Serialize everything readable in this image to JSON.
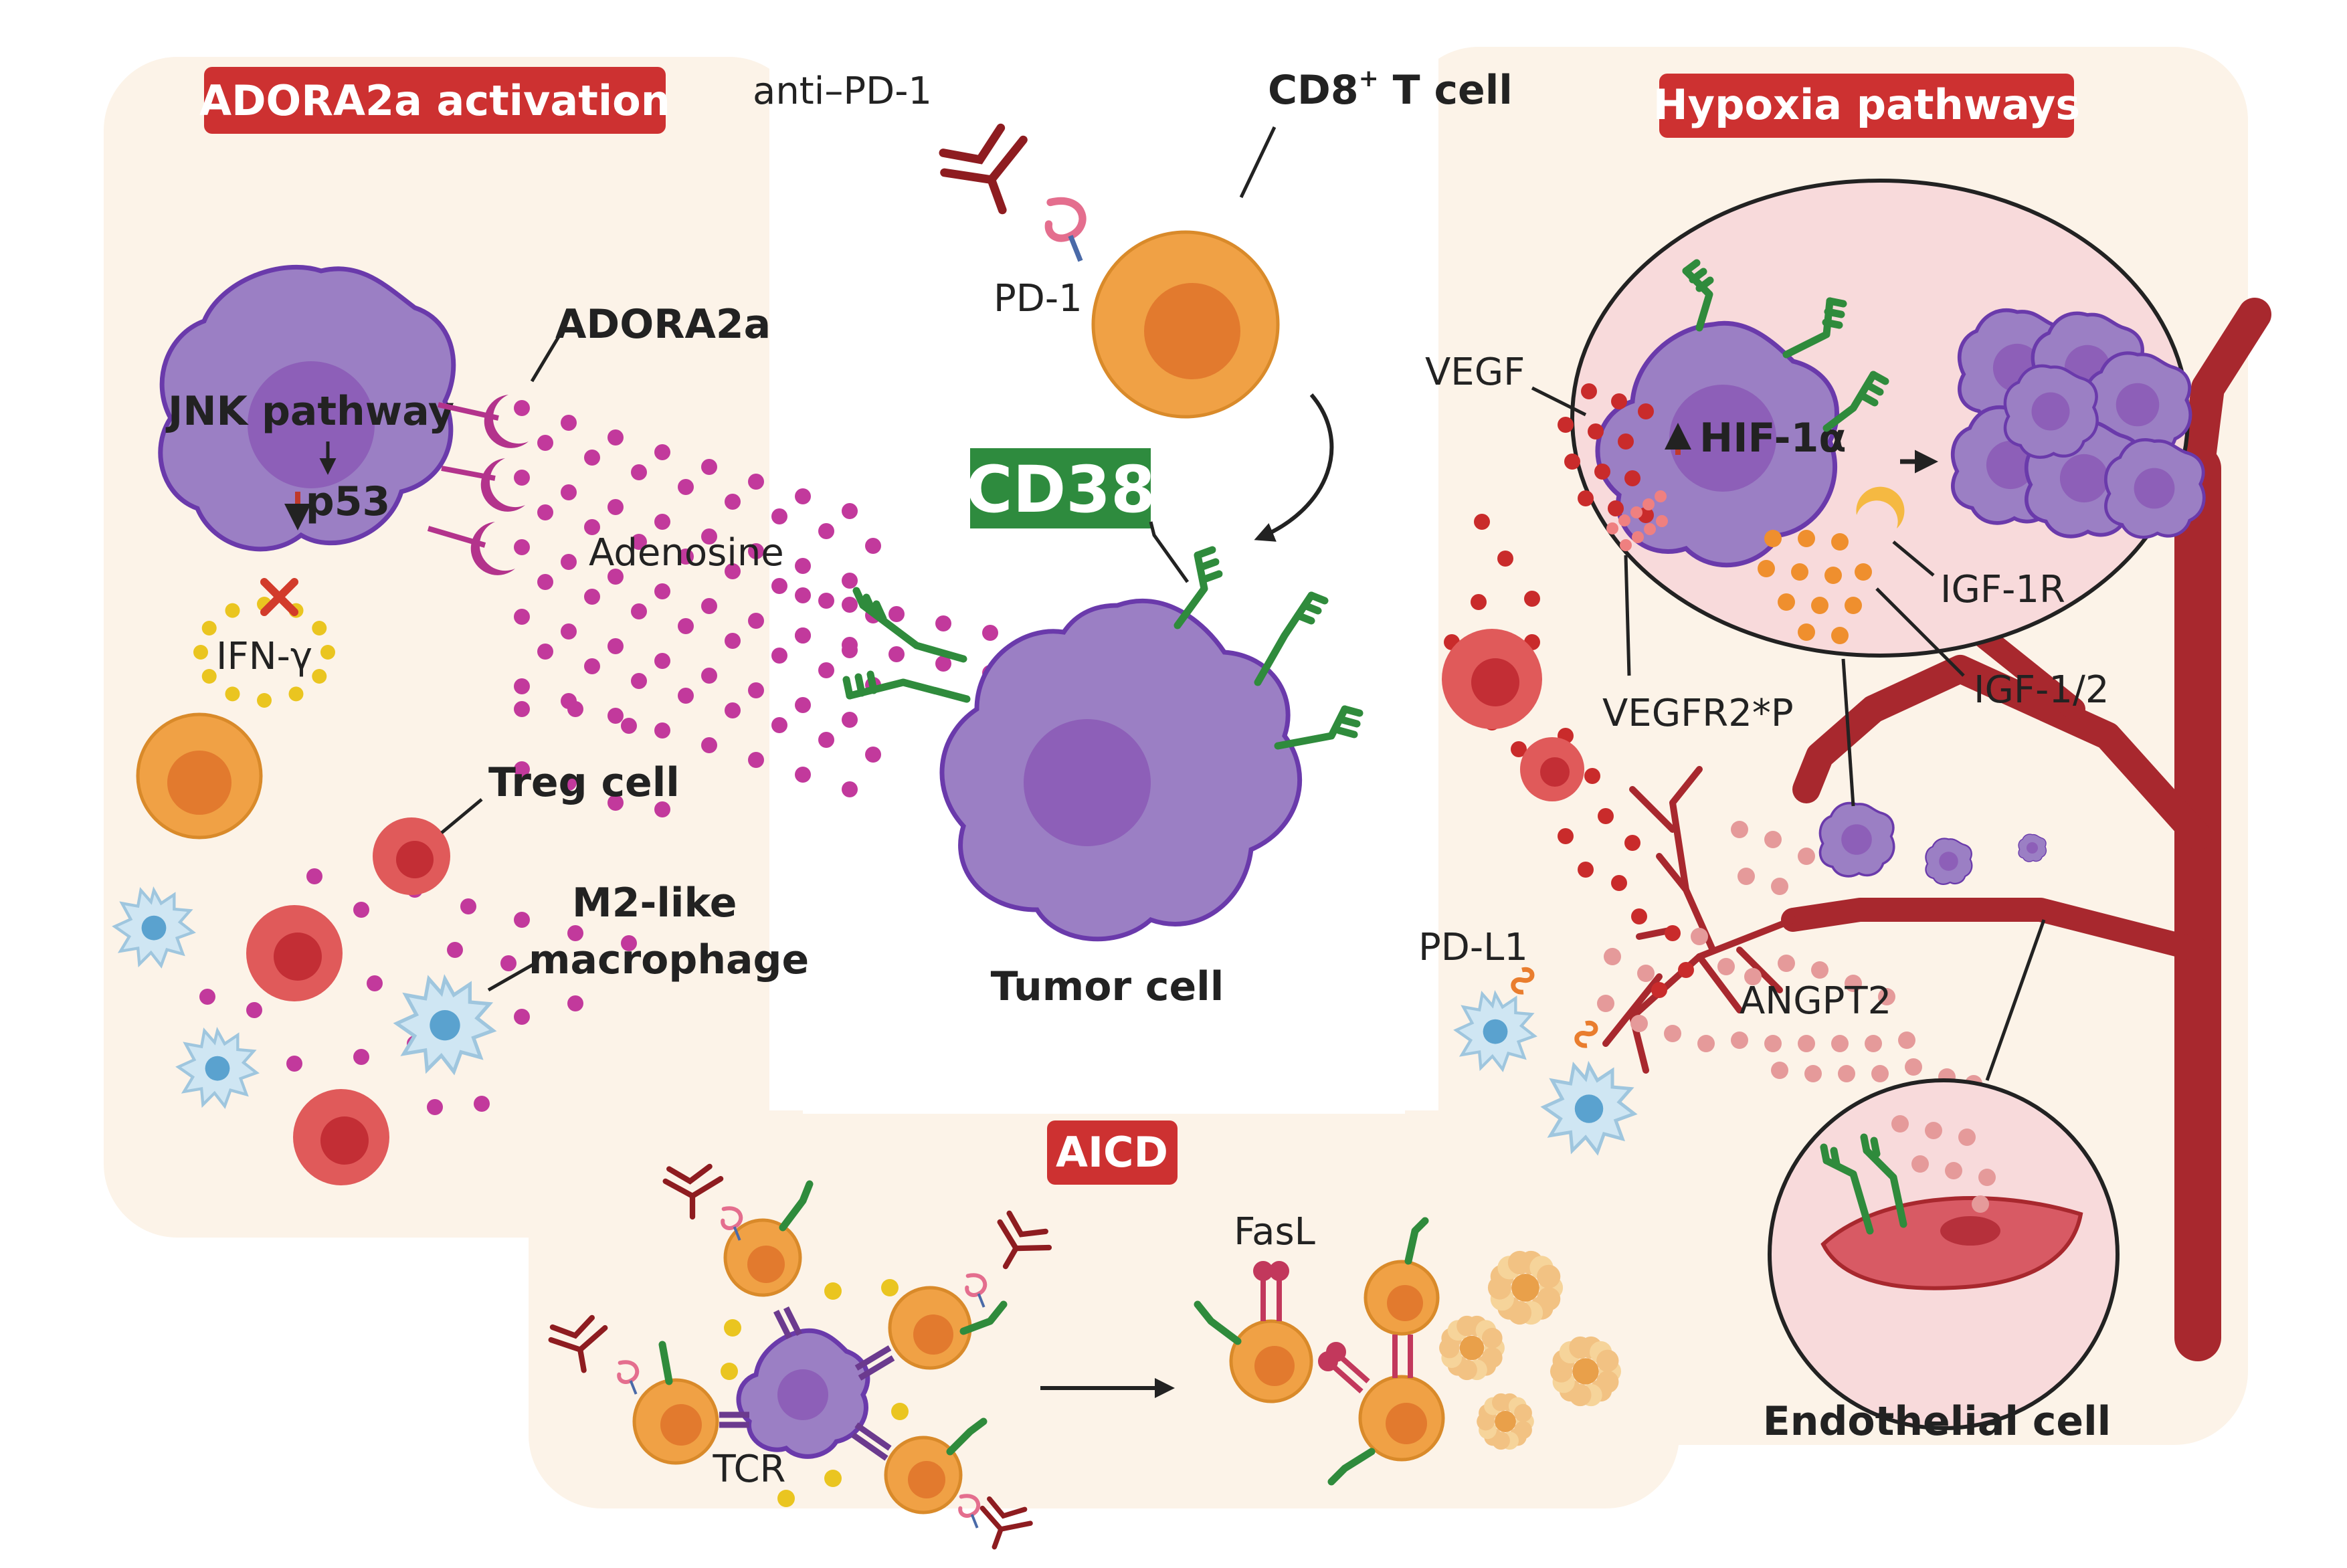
{
  "panels": {
    "adora": {
      "title": "ADORA2a activation",
      "color": "#cd3131"
    },
    "hypoxia": {
      "title": "Hypoxia pathways",
      "color": "#cd3131"
    },
    "aicd": {
      "title": "AICD",
      "color": "#cd3131"
    }
  },
  "center": {
    "anti_pd1": "anti–PD-1",
    "pd1": "PD-1",
    "cd8_main": "CD8",
    "cd8_sup": "+",
    "cd8_tail": " T cell",
    "cd38": "CD38",
    "cd38_color": "#2e8b3e",
    "tumor_cell": "Tumor cell"
  },
  "adora": {
    "jnk": "JNK pathway",
    "p53": "p53",
    "adora2a": "ADORA2a",
    "adenosine": "Adenosine",
    "ifn": "IFN-γ",
    "treg": "Treg cell",
    "m2_line1": "M2-like",
    "m2_line2": "macrophage"
  },
  "hypoxia": {
    "vegf": "VEGF",
    "hif": "HIF-1α",
    "igf1r": "IGF-1R",
    "vegfr2": "VEGFR2*P",
    "igf12": "IGF-1/2",
    "pdl1": "PD-L1",
    "angpt2": "ANGPT2",
    "endothelial": "Endothelial cell"
  },
  "aicd": {
    "fasl": "FasL",
    "tcr": "TCR"
  },
  "colors": {
    "panel_bg": "#fcf3e8",
    "tumor_fill": "#9b7fc4",
    "tumor_stroke": "#6a3aab",
    "t_cell": "#f0a145",
    "vessel": "#a8282e",
    "adenosine_dot": "#c2399c",
    "vegf_dot": "#c92b2b",
    "igf_dot": "#ef8f2e",
    "angpt_dot": "#e59a9a"
  }
}
